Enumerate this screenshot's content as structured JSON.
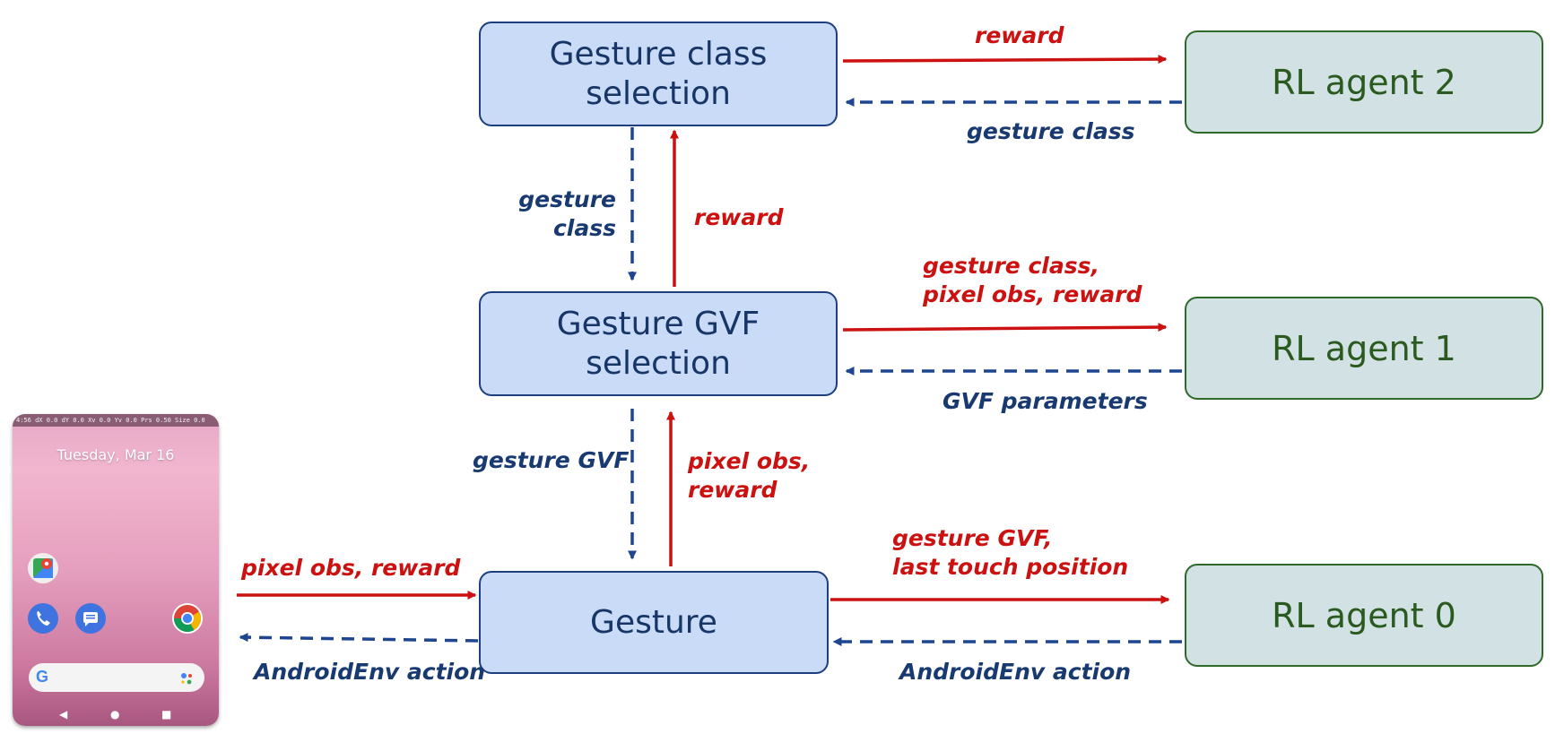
{
  "nodes": {
    "gesture_class_selection": "Gesture class\nselection",
    "gesture_gvf_selection": "Gesture GVF\nselection",
    "gesture": "Gesture",
    "rl_agent_2": "RL agent 2",
    "rl_agent_1": "RL agent 1",
    "rl_agent_0": "RL agent 0"
  },
  "edge_labels": {
    "reward_to_agent2": "reward",
    "gesture_class_from_agent2": "gesture class",
    "gesture_class_down": "gesture\nclass",
    "reward_up_top": "reward",
    "to_agent1": "gesture class,\npixel obs, reward",
    "gvf_parameters": "GVF parameters",
    "gesture_gvf_down": "gesture GVF",
    "pixel_obs_reward_up": "pixel obs,\nreward",
    "to_agent0": "gesture GVF,\nlast touch position",
    "androidenv_action_from_agent0": "AndroidEnv action",
    "pixel_obs_reward_from_phone": "pixel obs, reward",
    "androidenv_action_to_phone": "AndroidEnv action"
  },
  "phone": {
    "status_bar": "4:56  dX 0.0  dY 0.0  Xv 0.0  Yv 0.0  Prs 0.50  Size 0.0",
    "date": "Tuesday, Mar 16",
    "app_icons": [
      "maps-icon",
      "phone-icon",
      "messages-icon",
      "chrome-icon"
    ]
  },
  "colors": {
    "red_arrow": "#cc1111",
    "blue_dashed_arrow": "#1e4690",
    "blue_box_fill": "#c9dbf7",
    "green_box_fill": "#d2e1e3",
    "green_text": "#2a5a1f"
  }
}
